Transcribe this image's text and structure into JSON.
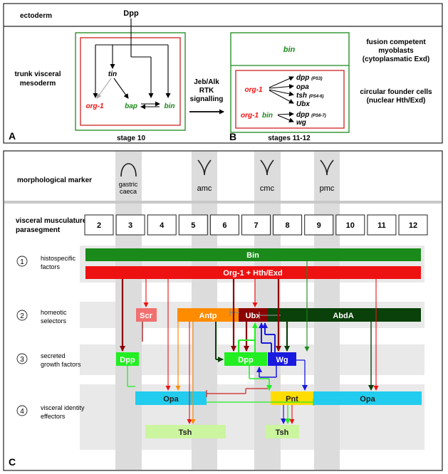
{
  "panel_a": {
    "letter": "A",
    "ectoderm": "ectoderm",
    "dpp": "Dpp",
    "row_label": [
      "trunk visceral",
      "mesoderm"
    ],
    "tin": "tin",
    "org1": "org-1",
    "bap": "bap",
    "bin": "bin",
    "stage": "stage 10"
  },
  "transition": {
    "label": [
      "Jeb/Alk",
      "RTK",
      "signalling"
    ]
  },
  "panel_b": {
    "letter": "B",
    "bin_top": "bin",
    "org1": "org-1",
    "org1_bin_org": "org-1",
    "org1_bin_bin": "bin",
    "targets": [
      "dpp",
      "opa",
      "tsh",
      "Ubx",
      "dpp",
      "wg"
    ],
    "target_notes": [
      "(PS3)",
      "",
      "(PS4-6)",
      "",
      "(PS6-7)",
      ""
    ],
    "stage": "stages 11-12",
    "fusion_label": [
      "fusion competent",
      "myoblasts",
      "(cytoplasmatic Exd)"
    ],
    "founder_label": [
      "circular founder cells",
      "(nuclear Hth/Exd)"
    ]
  },
  "panel_c": {
    "letter": "C",
    "morph_title": "morphological marker",
    "markers": [
      "gastric",
      "caeca",
      "amc",
      "cmc",
      "pmc"
    ],
    "ps_title": [
      "visceral musculature",
      "parasegment"
    ],
    "parasegments": [
      "2",
      "3",
      "4",
      "5",
      "6",
      "7",
      "8",
      "9",
      "10",
      "11",
      "12"
    ],
    "tiers": [
      {
        "num": "1",
        "label": [
          "histospecific",
          "factors"
        ]
      },
      {
        "num": "2",
        "label": [
          "homeotic",
          "selectors"
        ]
      },
      {
        "num": "3",
        "label": [
          "secreted",
          "growth factors"
        ]
      },
      {
        "num": "4",
        "label": [
          "visceral identity",
          "effectors"
        ]
      }
    ],
    "bars": {
      "bin": "Bin",
      "org1": "Org-1 + Hth/Exd",
      "scr": "Scr",
      "antp": "Antp",
      "ubx": "Ubx",
      "abda": "AbdA",
      "dpp3": "Dpp",
      "dpp7": "Dpp",
      "wg": "Wg",
      "opa_left": "Opa",
      "pnt": "Pnt",
      "opa_right": "Opa",
      "tsh_left": "Tsh",
      "tsh_right": "Tsh"
    }
  },
  "colors": {
    "green": "#1a8a1a",
    "red": "#ee1111",
    "darkred": "#8b0000",
    "orange": "#ff8c00",
    "darkgreen": "#0a400a",
    "brightgreen": "#22ee22",
    "blue": "#1a1adf",
    "cyan": "#22ccee",
    "yellow": "#ffdd00",
    "lightgreen": "#ccf5a0",
    "salmon": "#f07070"
  }
}
